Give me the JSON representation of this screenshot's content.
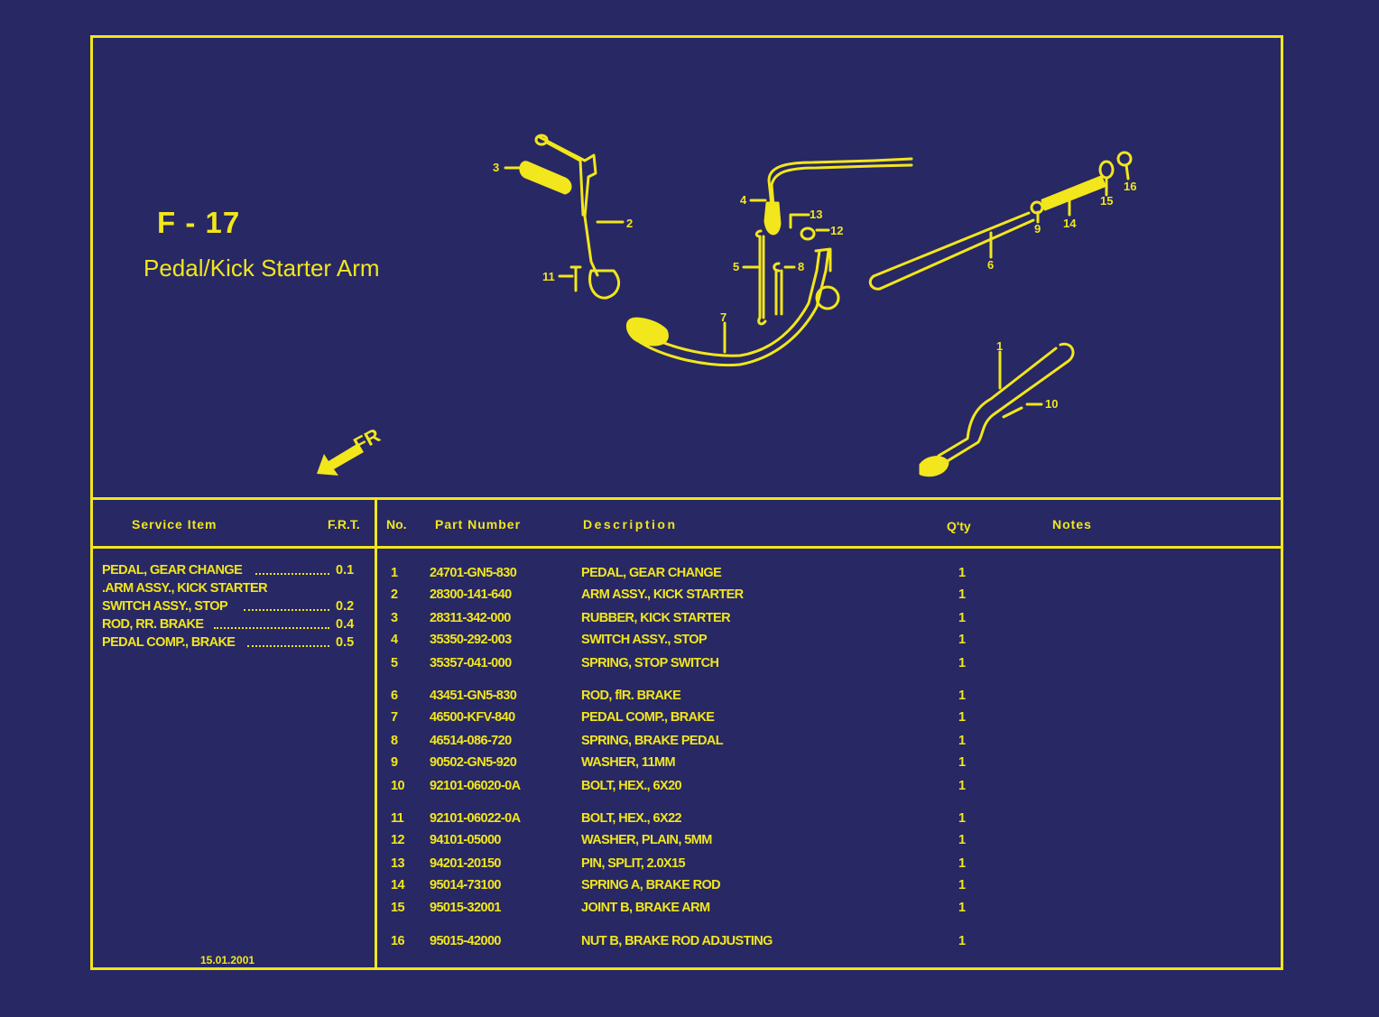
{
  "figure": {
    "code": "F - 17",
    "title": "Pedal/Kick Starter Arm",
    "direction_label": "FR",
    "callouts": [
      "1",
      "2",
      "3",
      "4",
      "5",
      "6",
      "7",
      "8",
      "9",
      "10",
      "11",
      "12",
      "13",
      "14",
      "15",
      "16"
    ]
  },
  "headers": {
    "service_item": "Service Item",
    "frt": "F.R.T.",
    "no": "No.",
    "part_number": "Part Number",
    "description": "Description",
    "qty": "Q'ty",
    "notes": "Notes"
  },
  "service_items": [
    {
      "name": "PEDAL, GEAR CHANGE",
      "frt": "0.1"
    },
    {
      "name": ".ARM ASSY., KICK STARTER",
      "frt": ""
    },
    {
      "name": "SWITCH ASSY., STOP",
      "frt": "0.2"
    },
    {
      "name": "ROD, RR. BRAKE",
      "frt": "0.4"
    },
    {
      "name": "PEDAL COMP., BRAKE",
      "frt": "0.5"
    }
  ],
  "parts": [
    {
      "no": "1",
      "part_number": "24701-GN5-830",
      "description": "PEDAL, GEAR CHANGE",
      "qty": "1"
    },
    {
      "no": "2",
      "part_number": "28300-141-640",
      "description": "ARM ASSY., KICK STARTER",
      "qty": "1"
    },
    {
      "no": "3",
      "part_number": "28311-342-000",
      "description": "RUBBER, KICK STARTER",
      "qty": "1"
    },
    {
      "no": "4",
      "part_number": "35350-292-003",
      "description": "SWITCH ASSY., STOP",
      "qty": "1"
    },
    {
      "no": "5",
      "part_number": "35357-041-000",
      "description": "SPRING, STOP SWITCH",
      "qty": "1"
    },
    {
      "no": "6",
      "part_number": "43451-GN5-830",
      "description": "ROD, flR. BRAKE",
      "qty": "1"
    },
    {
      "no": "7",
      "part_number": "46500-KFV-840",
      "description": "PEDAL COMP., BRAKE",
      "qty": "1"
    },
    {
      "no": "8",
      "part_number": "46514-086-720",
      "description": "SPRING, BRAKE PEDAL",
      "qty": "1"
    },
    {
      "no": "9",
      "part_number": "90502-GN5-920",
      "description": "WASHER, 11MM",
      "qty": "1"
    },
    {
      "no": "10",
      "part_number": "92101-06020-0A",
      "description": "BOLT, HEX., 6X20",
      "qty": "1"
    },
    {
      "no": "11",
      "part_number": "92101-06022-0A",
      "description": "BOLT, HEX., 6X22",
      "qty": "1"
    },
    {
      "no": "12",
      "part_number": "94101-05000",
      "description": "WASHER, PLAIN, 5MM",
      "qty": "1"
    },
    {
      "no": "13",
      "part_number": "94201-20150",
      "description": "PIN, SPLIT, 2.0X15",
      "qty": "1"
    },
    {
      "no": "14",
      "part_number": "95014-73100",
      "description": "SPRING A, BRAKE ROD",
      "qty": "1"
    },
    {
      "no": "15",
      "part_number": "95015-32001",
      "description": "JOINT B, BRAKE ARM",
      "qty": "1"
    },
    {
      "no": "16",
      "part_number": "95015-42000",
      "description": "NUT B, BRAKE ROD ADJUSTING",
      "qty": "1"
    }
  ],
  "date": "15.01.2001",
  "colors": {
    "background": "#272864",
    "line": "#f2e61c"
  }
}
